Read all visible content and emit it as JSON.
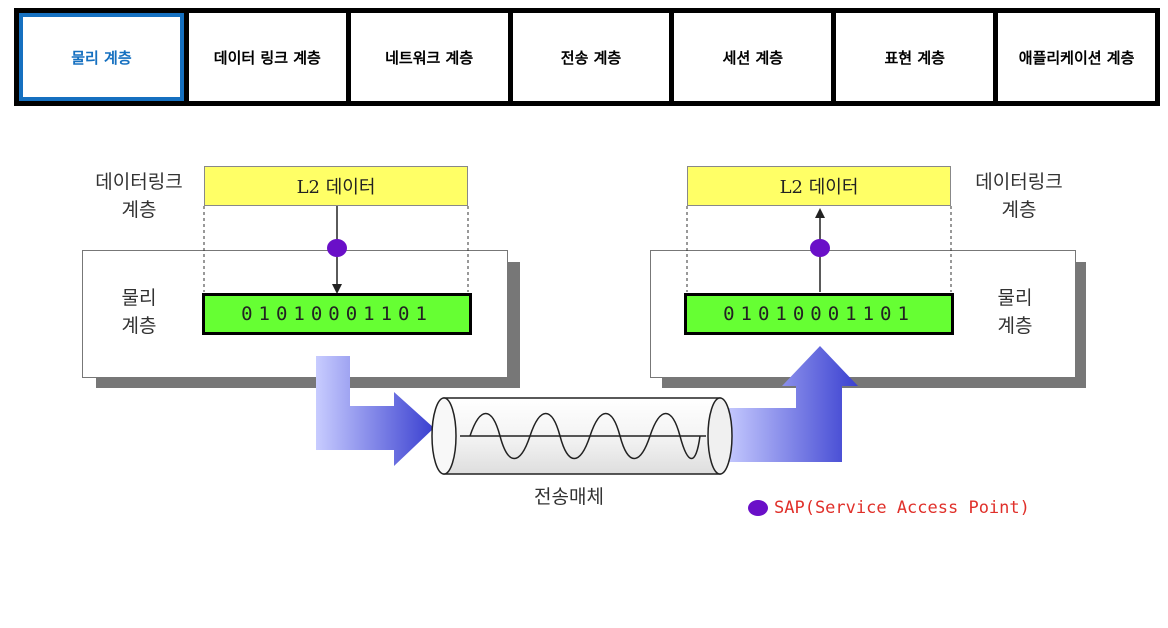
{
  "tabs": [
    {
      "label": "물리 계층",
      "active": true
    },
    {
      "label": "데이터 링크 계층",
      "active": false
    },
    {
      "label": "네트워크 계층",
      "active": false
    },
    {
      "label": "전송 계층",
      "active": false
    },
    {
      "label": "세션 계층",
      "active": false
    },
    {
      "label": "표현 계층",
      "active": false
    },
    {
      "label": "애플리케이션 계층",
      "active": false
    }
  ],
  "diagram": {
    "left": {
      "layer_label_line1": "데이터링크",
      "layer_label_line2": "계층",
      "l2_data": "L2 데이터",
      "physical_label_line1": "물리",
      "physical_label_line2": "계층",
      "bits": "01010001101"
    },
    "right": {
      "layer_label_line1": "데이터링크",
      "layer_label_line2": "계층",
      "l2_data": "L2 데이터",
      "physical_label_line1": "물리",
      "physical_label_line2": "계층",
      "bits": "01010001101"
    },
    "medium_label": "전송매체",
    "legend": "SAP(Service Access Point)",
    "colors": {
      "active_tab": "#1570c0",
      "l2_box": "#ffff66",
      "bits_box": "#66ff33",
      "sap_dot": "#6a0fc8",
      "legend_text": "#e0302a"
    }
  }
}
